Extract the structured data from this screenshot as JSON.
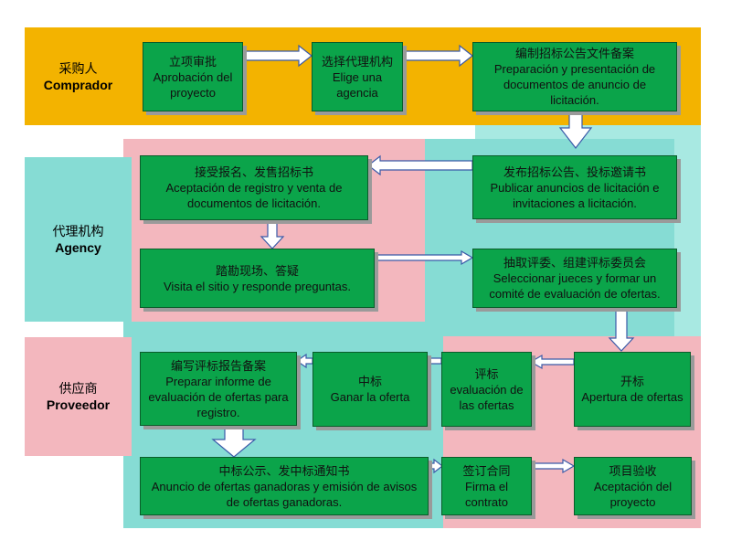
{
  "roles": {
    "buyer": {
      "zh": "采购人",
      "en": "Comprador"
    },
    "agency": {
      "zh": "代理机构",
      "en": "Agency"
    },
    "supplier": {
      "zh": "供应商",
      "en": "Proveedor"
    }
  },
  "steps": {
    "s1": {
      "zh": "立项审批",
      "es": "Aprobación del proyecto"
    },
    "s2": {
      "zh": "选择代理机构",
      "es": "Elige una agencia"
    },
    "s3": {
      "zh": "编制招标公告文件备案",
      "es": "Preparación y presentación de documentos de anuncio de licitación."
    },
    "s4": {
      "zh": "发布招标公告、投标邀请书",
      "es": "Publicar anuncios de licitación e invitaciones a licitación."
    },
    "s5": {
      "zh": "接受报名、发售招标书",
      "es": "Aceptación de registro y venta de documentos de licitación."
    },
    "s6": {
      "zh": "踏勘现场、答疑",
      "es": "Visita el sitio y responde preguntas."
    },
    "s7": {
      "zh": "抽取评委、组建评标委员会",
      "es": "Seleccionar jueces y formar un comité de evaluación de ofertas."
    },
    "s8": {
      "zh": "开标",
      "es": "Apertura de ofertas"
    },
    "s9": {
      "zh": "评标",
      "es": "evaluación de las ofertas"
    },
    "s10": {
      "zh": "中标",
      "es": "Ganar la oferta"
    },
    "s11": {
      "zh": "编写评标报告备案",
      "es": "Preparar informe de evaluación de ofertas para registro."
    },
    "s12": {
      "zh": "中标公示、发中标通知书",
      "es": "Anuncio de ofertas ganadoras y emisión de avisos de ofertas ganadoras."
    },
    "s13": {
      "zh": "签订合同",
      "es": "Firma el contrato"
    },
    "s14": {
      "zh": "项目验收",
      "es": "Aceptación del proyecto"
    }
  },
  "colors": {
    "buyer_band": "#f3b300",
    "agency_band": "#86dcd4",
    "supplier_band": "#f3b7be",
    "step_fill": "#0ba44a"
  }
}
